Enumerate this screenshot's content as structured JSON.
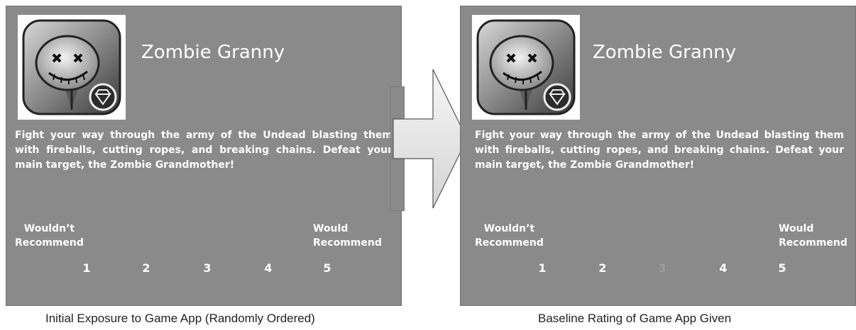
{
  "panels": [
    {
      "game_title": "Zombie Granny",
      "description": "Fight your way through the army of the Undead blasting them with fireballs, cutting ropes, and breaking chains.   Defeat your main target, the Zombie Grandmother!",
      "anchor_low": [
        "Wouldn’t",
        "Recommend"
      ],
      "anchor_high": [
        "Would",
        "Recommend"
      ],
      "scale": [
        "1",
        "2",
        "3",
        "4",
        "5"
      ],
      "caption": "Initial Exposure to Game App (Randomly Ordered)"
    },
    {
      "game_title": "Zombie Granny",
      "description": "Fight your way through the army of the Undead blasting them with fireballs, cutting ropes, and breaking chains.   Defeat your main target, the Zombie Grandmother!",
      "anchor_low": [
        "Wouldn’t",
        "Recommend"
      ],
      "anchor_high": [
        "Would",
        "Recommend"
      ],
      "scale": [
        "1",
        "2",
        "3",
        "4",
        "5"
      ],
      "caption": "Baseline Rating of Game App Given"
    }
  ],
  "colors": {
    "panel_bg": "#8a8a8a",
    "panel_text": "#ffffff",
    "arrow_fill": "#e6e6e6",
    "caption_text": "#222222"
  },
  "icons": {
    "app_icon": "zombie-doll-icon",
    "badge": "diamond-badge-icon",
    "arrow": "right-arrow-icon"
  }
}
